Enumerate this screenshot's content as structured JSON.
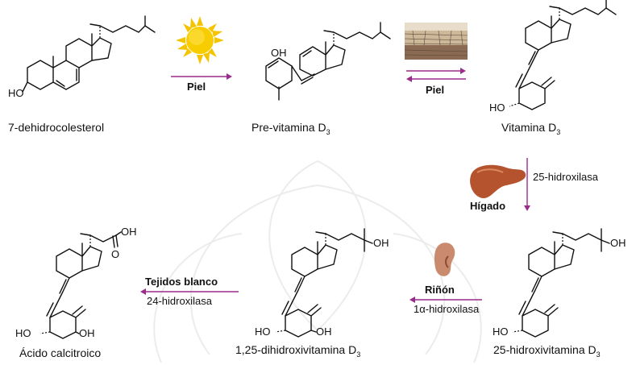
{
  "compounds": {
    "c1": {
      "name": "7-dehidrocolesterol",
      "ho": "HO"
    },
    "c2": {
      "name": "Pre-vitamina D",
      "sub": "3",
      "oh": "OH"
    },
    "c3": {
      "name": "Vitamina D",
      "sub": "3",
      "ho": "HO"
    },
    "c4": {
      "name": "25-hidroxivitamina D",
      "sub": "3",
      "ho": "HO",
      "oh": "OH"
    },
    "c5": {
      "name": "1,25-dihidroxivitamina D",
      "sub": "3",
      "ho": "HO",
      "oh": "OH",
      "oh2": "OH"
    },
    "c6": {
      "name": "Ácido calcitroico",
      "ho": "HO",
      "oh": "OH",
      "acid": "OH",
      "o": "O"
    }
  },
  "steps": {
    "s1": {
      "organ": "Piel",
      "icon": "sun-icon"
    },
    "s2": {
      "organ": "Piel",
      "icon": "skin-section-icon"
    },
    "s3": {
      "organ": "Hígado",
      "enzyme": "25-hidroxilasa",
      "icon": "liver-icon"
    },
    "s4": {
      "organ": "Riñón",
      "enzyme": "1α-hidroxilasa",
      "icon": "kidney-icon"
    },
    "s5": {
      "organ": "Tejidos blanco",
      "enzyme": "24-hidroxilasa"
    }
  },
  "colors": {
    "arrow": "#9b2c8c",
    "sun": "#f5c400",
    "liver": "#b5532e",
    "kidney": "#c98a6e"
  }
}
